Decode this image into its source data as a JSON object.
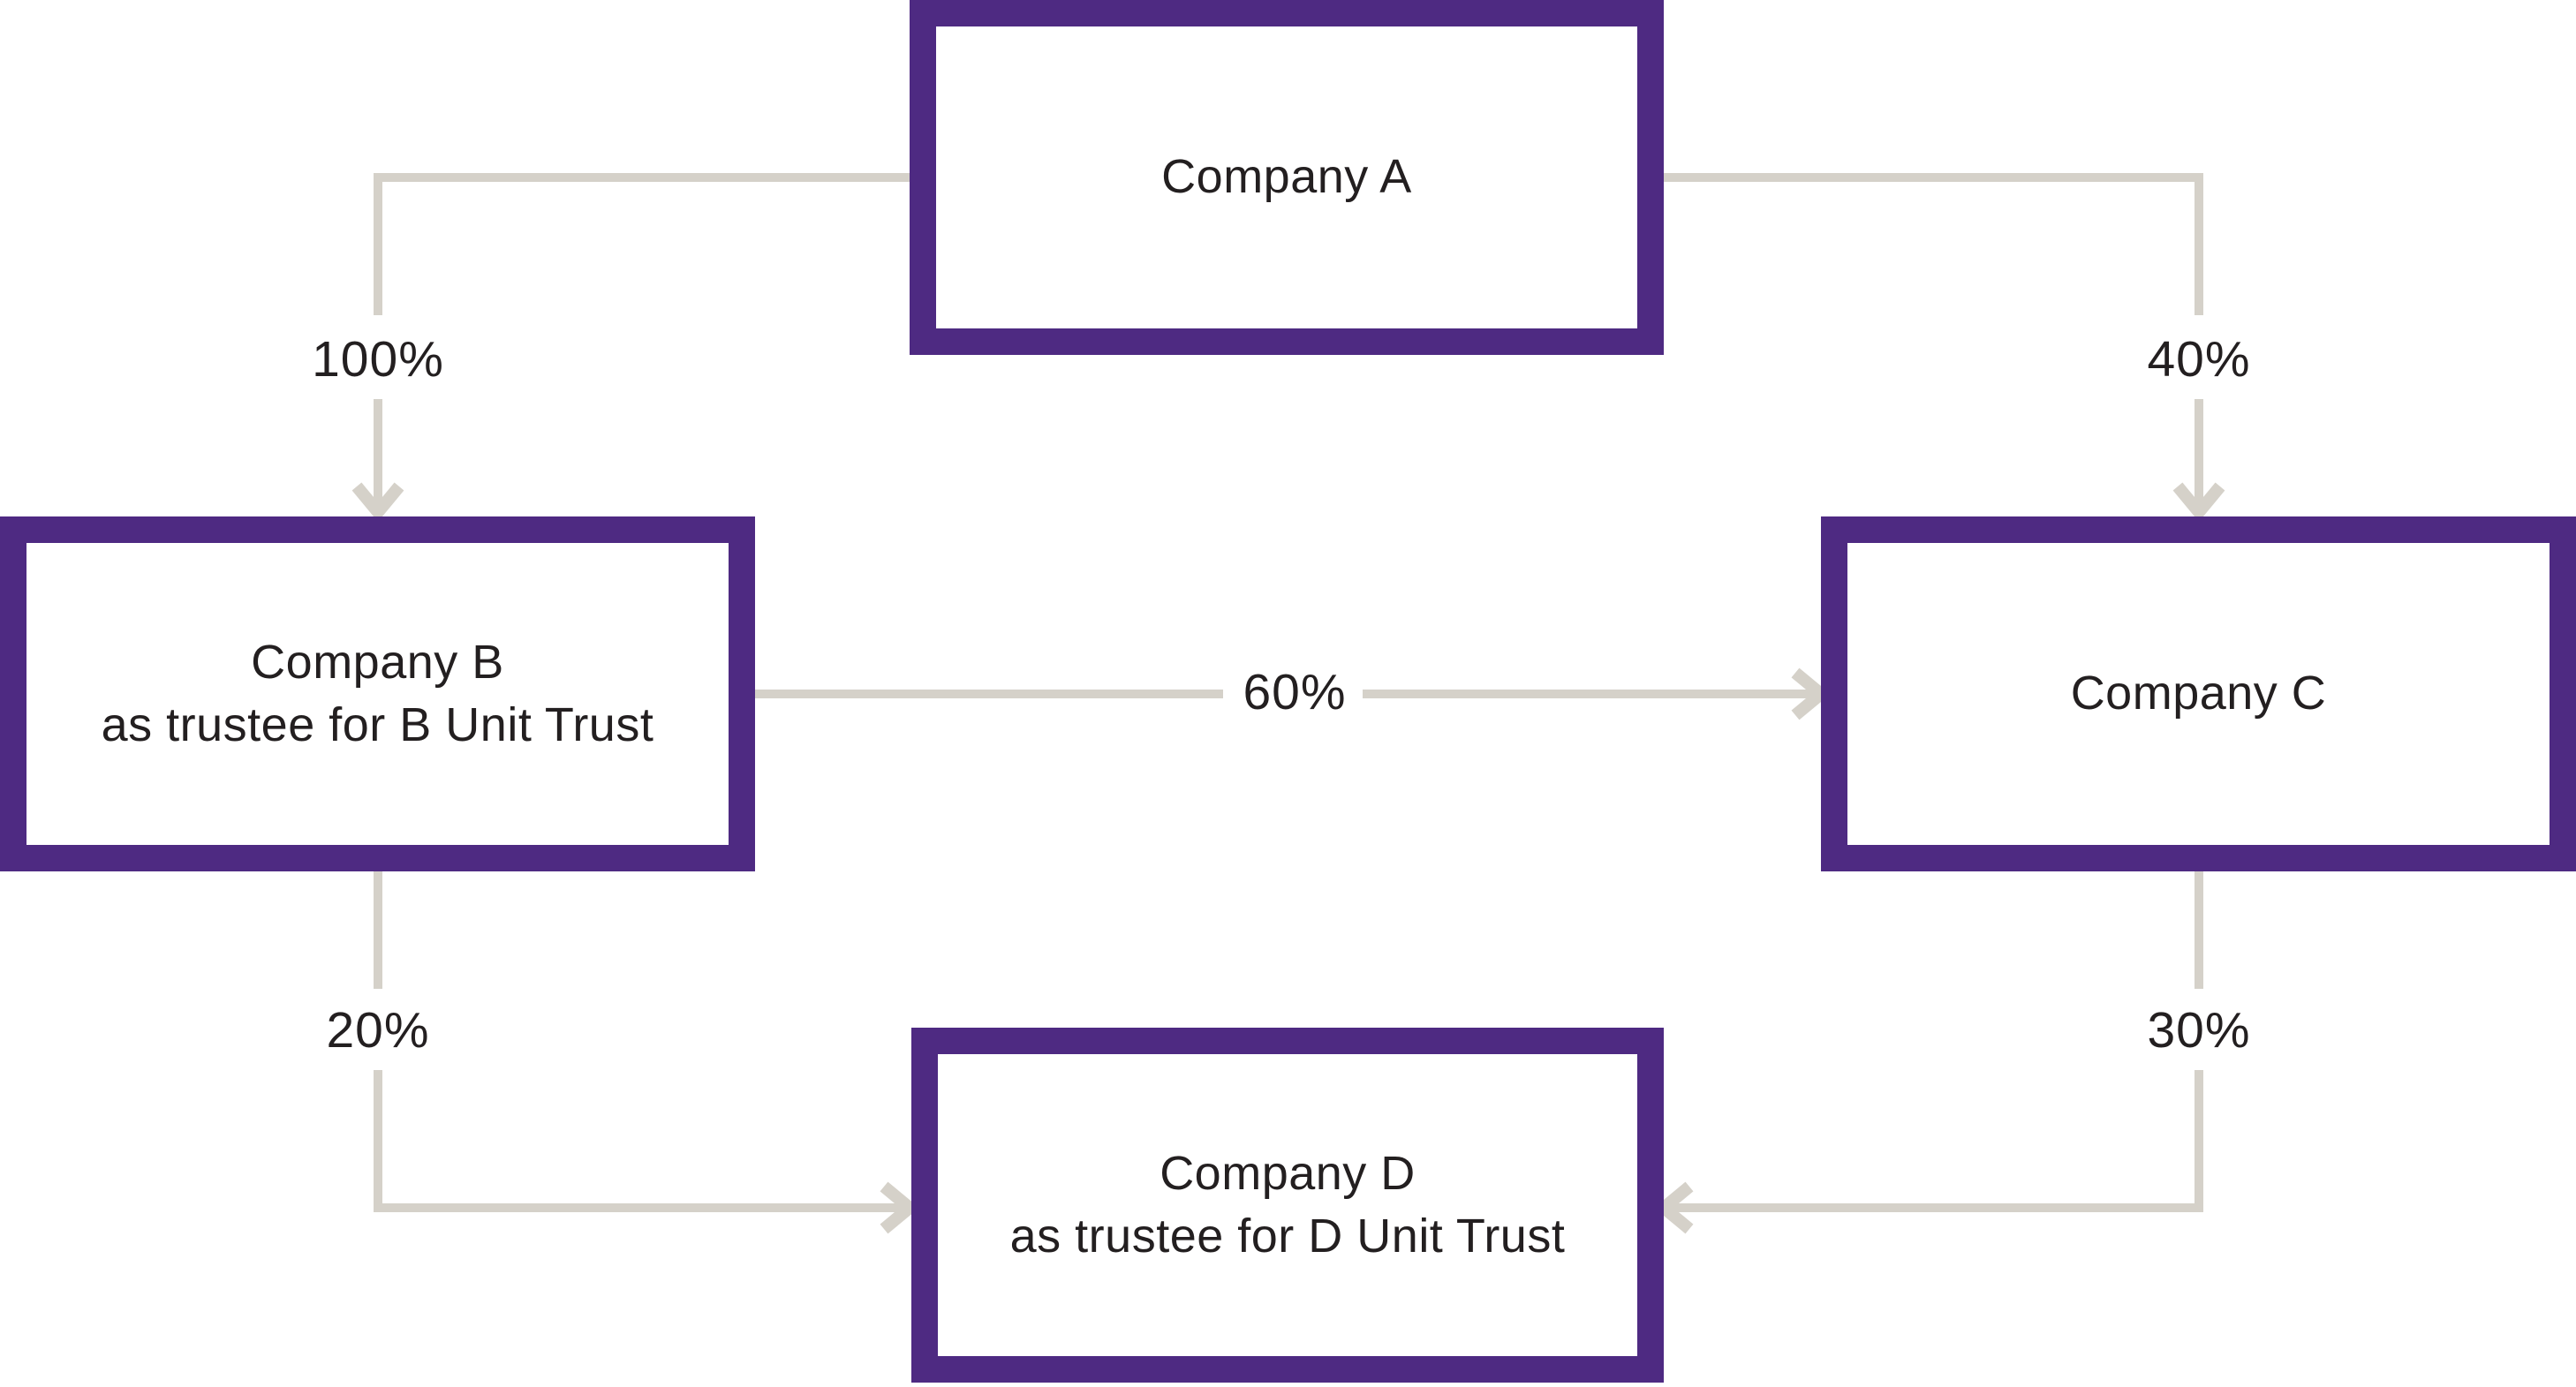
{
  "diagram": {
    "type": "ownership-structure",
    "colors": {
      "box_border": "#4e2a82",
      "box_fill": "#ffffff",
      "connector": "#d5d1c9",
      "text": "#231f20",
      "background": "#ffffff"
    },
    "nodes": {
      "A": {
        "name": "Company A",
        "suffix": ""
      },
      "B": {
        "name": "Company B",
        "suffix": "as trustee for B Unit Trust"
      },
      "C": {
        "name": "Company C",
        "suffix": ""
      },
      "D": {
        "name": "Company D",
        "suffix": "as trustee for D Unit Trust"
      }
    },
    "edges": [
      {
        "from": "Company A",
        "to": "Company B as trustee for B Unit Trust",
        "label": "100%"
      },
      {
        "from": "Company A",
        "to": "Company C",
        "label": "40%"
      },
      {
        "from": "Company B as trustee for B Unit Trust",
        "to": "Company C",
        "label": "60%"
      },
      {
        "from": "Company B as trustee for B Unit Trust",
        "to": "Company D as trustee for D Unit Trust",
        "label": "20%"
      },
      {
        "from": "Company C",
        "to": "Company D as trustee for D Unit Trust",
        "label": "30%"
      }
    ]
  }
}
